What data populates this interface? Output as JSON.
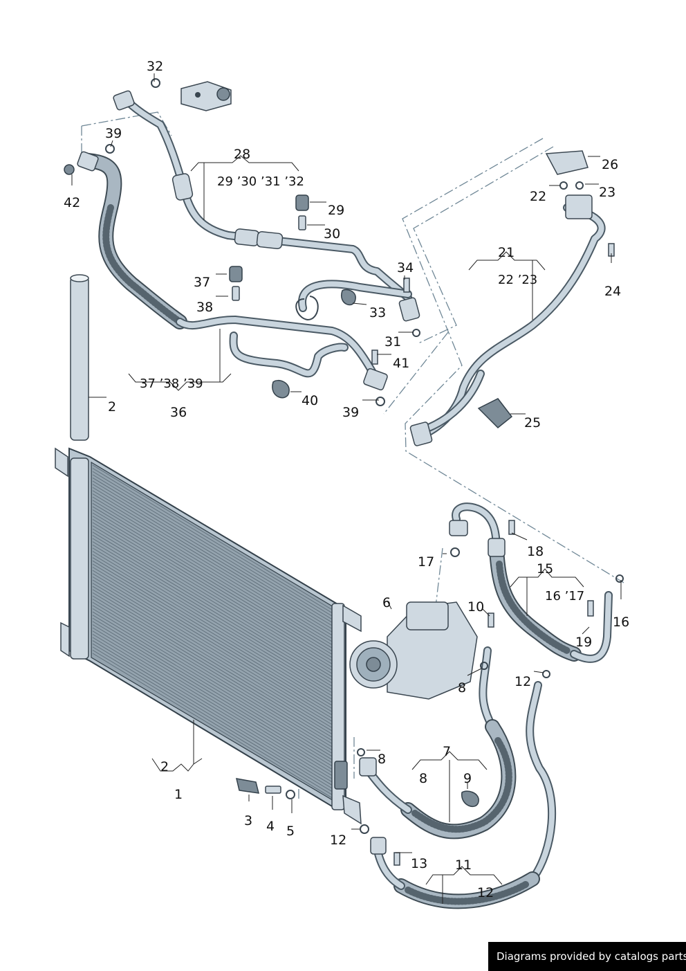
{
  "footer": {
    "credit": "Diagrams provided by catalogs parts"
  },
  "callouts": {
    "c1": "1",
    "c2a": "2",
    "c2b": "2",
    "c3": "3",
    "c4": "4",
    "c5": "5",
    "c6": "6",
    "c7": "7",
    "c8a": "8",
    "c8b": "8",
    "c8c": "8",
    "c9": "9",
    "c10": "10",
    "c11": "11",
    "c12a": "12",
    "c12b": "12",
    "c12c": "12",
    "c13": "13",
    "c15": "15",
    "c16": "16",
    "c16g": "16 ’17",
    "c17": "17",
    "c18": "18",
    "c19": "19",
    "c21": "21",
    "c21g": "22 ’23",
    "c22": "22",
    "c23": "23",
    "c24": "24",
    "c25": "25",
    "c26": "26",
    "c28": "28",
    "c28g": "29 ’30  ’31 ’32",
    "c29": "29",
    "c30": "30",
    "c31": "31",
    "c32": "32",
    "c33": "33",
    "c34": "34",
    "c36": "36",
    "c36g": "37 ’38 ’39",
    "c37": "37",
    "c38": "38",
    "c39a": "39",
    "c39b": "39",
    "c40": "40",
    "c41": "41",
    "c42": "42"
  },
  "colors": {
    "line": "#3a4650",
    "guide": "#6f8796",
    "metal": "#cfd9e1"
  }
}
